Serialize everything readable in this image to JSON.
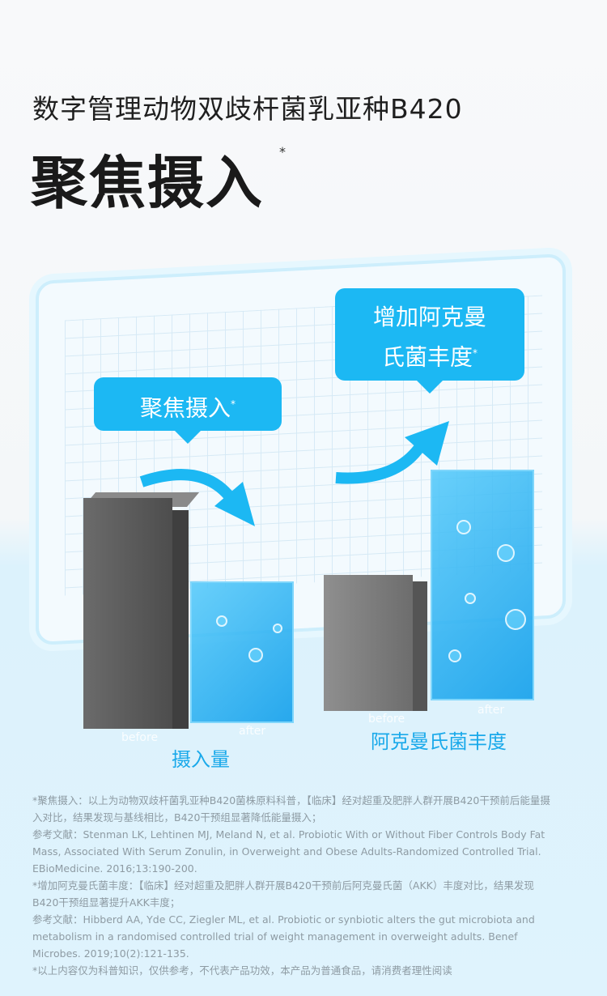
{
  "header": {
    "subtitle": "数字管理动物双歧杆菌乳亚种B420",
    "title": "聚焦摄入",
    "title_mark": "*"
  },
  "callouts": [
    {
      "text": "聚焦摄入",
      "mark": "*"
    },
    {
      "line1": "增加阿克曼",
      "line2": "氏菌丰度",
      "mark": "*"
    }
  ],
  "groups": [
    {
      "label": "摄入量",
      "before": "before",
      "after": "after"
    },
    {
      "label": "阿克曼氏菌丰度",
      "before": "before",
      "after": "after"
    }
  ],
  "notes": [
    "*聚焦摄入：以上为动物双歧杆菌乳亚种B420菌株原料科普，【临床】经对超重及肥胖人群开展B420干预前后能量摄入对比，结果发现与基线相比，B420干预组显著降低能量摄入；",
    "参考文献：Stenman LK, Lehtinen MJ, Meland N, et al. Probiotic With or Without Fiber Controls Body Fat Mass, Associated With Serum Zonulin, in Overweight and Obese Adults-Randomized Controlled Trial. EBioMedicine. 2016;13:190-200.",
    "*增加阿克曼氏菌丰度：【临床】经对超重及肥胖人群开展B420干预前后阿克曼氏菌（AKK）丰度对比，结果发现B420干预组显著提升AKK丰度；",
    "参考文献：Hibberd AA, Yde CC, Ziegler ML, et al. Probiotic or synbiotic alters the gut microbiota and metabolism in a randomised controlled trial of weight management in overweight adults. Benef Microbes. 2019;10(2):121-135.",
    "*以上内容仅为科普知识，仅供参考，不代表产品功效，本产品为普通食品，请消费者理性阅读"
  ]
}
